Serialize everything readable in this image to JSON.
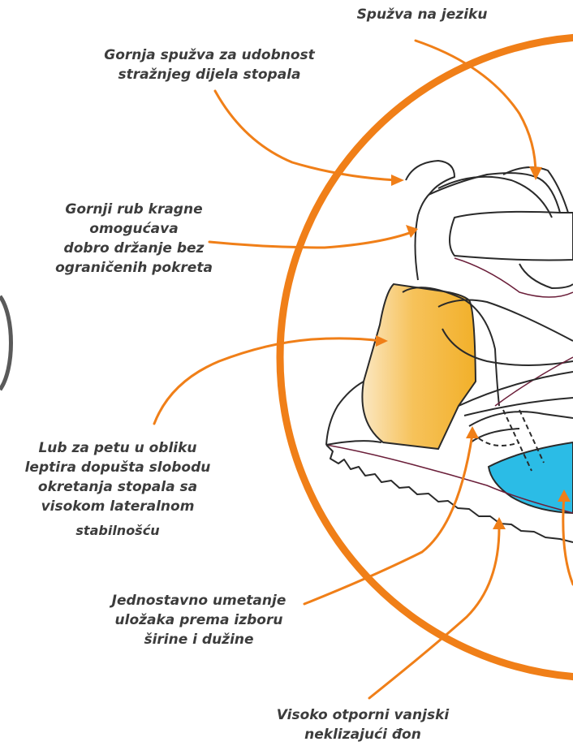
{
  "labels": {
    "tongue_sponge": [
      "Spužva na jeziku"
    ],
    "upper_sponge": [
      "Gornja spužva za udobnost",
      "stražnjeg dijela stopala"
    ],
    "collar_edge": [
      "Gornji rub kragne",
      "omogućava",
      "dobro držanje bez",
      "ograničenih pokreta"
    ],
    "heel_counter": [
      "Lub za petu u obliku",
      "leptira dopušta slobodu",
      "okretanja stopala sa",
      "visokom lateralnom",
      "stabilnošću"
    ],
    "insole": [
      "Jednostavno umetanje",
      "uložaka prema izboru",
      "širine i dužine"
    ],
    "outsole": [
      "Visoko otporni vanjski",
      "neklizajući đon"
    ]
  },
  "colors": {
    "accent_orange": "#f07f18",
    "heel_fill": "#f2b02a",
    "insole_fill": "#2bbce6",
    "outline": "#2a2a2a",
    "accent_line": "#6b1f3a",
    "text": "#3c3c3c"
  }
}
